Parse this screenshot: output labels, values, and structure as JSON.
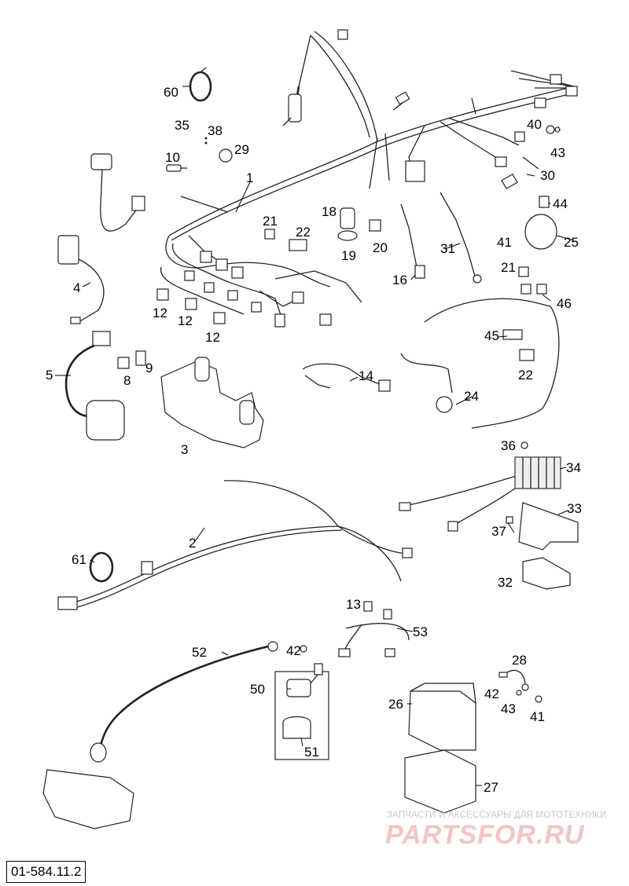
{
  "diagram": {
    "part_number": "01-584.11.2",
    "watermark_line1": "ЗАПЧАСТИ И АКСЕССУАРЫ ДЛЯ МОТОТЕХНИКИ",
    "watermark_logo": "PARTSFOR.RU",
    "callouts": {
      "c1": "1",
      "c2": "2",
      "c3": "3",
      "c4": "4",
      "c5": "5",
      "c8": "8",
      "c9": "9",
      "c10": "10",
      "c12a": "12",
      "c12b": "12",
      "c12c": "12",
      "c13": "13",
      "c14": "14",
      "c16": "16",
      "c18": "18",
      "c19": "19",
      "c20": "20",
      "c21a": "21",
      "c21b": "21",
      "c22a": "22",
      "c22b": "22",
      "c24": "24",
      "c25": "25",
      "c26": "26",
      "c27": "27",
      "c28": "28",
      "c29": "29",
      "c30": "30",
      "c31": "31",
      "c32": "32",
      "c33": "33",
      "c34": "34",
      "c35": "35",
      "c36": "36",
      "c37": "37",
      "c38": "38",
      "c40": "40",
      "c41a": "41",
      "c41b": "41",
      "c42a": "42",
      "c42b": "42",
      "c43a": "43",
      "c43b": "43",
      "c44": "44",
      "c45": "45",
      "c46": "46",
      "c50": "50",
      "c51": "51",
      "c52": "52",
      "c53": "53",
      "c60": "60",
      "c61": "61"
    }
  }
}
